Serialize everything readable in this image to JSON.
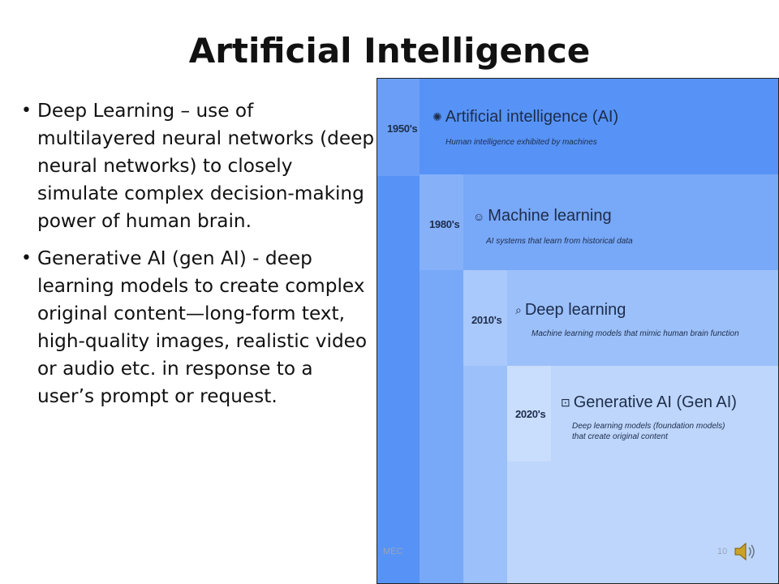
{
  "slide": {
    "title": "Artificial Intelligence",
    "bullets": [
      "Deep Learning – use of multilayered neural networks (deep neural networks) to closely simulate complex decision-making power of human brain.",
      "Generative AI (gen AI) - deep learning models to  create complex original content—long-form text, high-quality images, realistic video or audio etc. in response to a user’s prompt or request."
    ],
    "footer_left": "MEC",
    "page_number": "10",
    "speaker_icon": "speaker-icon"
  },
  "diagram": {
    "colors": [
      "#5793f6",
      "#78a8f8",
      "#9cc0fa",
      "#bed6fc"
    ],
    "levels": [
      {
        "era": "1950's",
        "icon": "brain-icon",
        "title": "Artificial intelligence (AI)",
        "desc": "Human intelligence exhibited by machines"
      },
      {
        "era": "1980's",
        "icon": "robot-icon",
        "title": "Machine learning",
        "desc": "AI systems that learn from historical data"
      },
      {
        "era": "2010's",
        "icon": "search-icon",
        "title": "Deep learning",
        "desc": "Machine learning models that mimic human brain function"
      },
      {
        "era": "2020's",
        "icon": "ai-sparkle-icon",
        "title": "Generative AI (Gen AI)",
        "desc": "Deep learning models (foundation models) that create original content"
      }
    ]
  }
}
